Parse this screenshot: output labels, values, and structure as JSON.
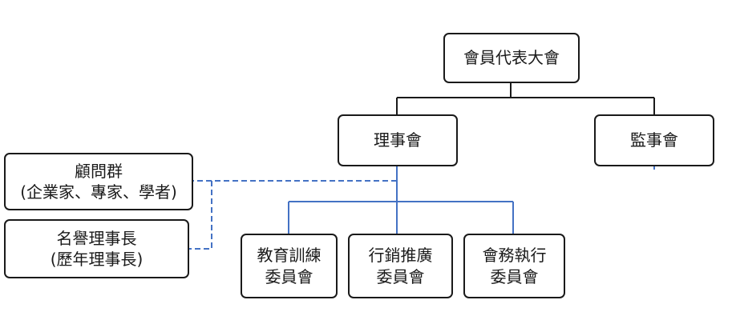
{
  "diagram": {
    "type": "organization-chart",
    "colors": {
      "box_border": "#1a1a1a",
      "main_line": "#1a1a1a",
      "committee_line": "#4472c4",
      "advisory_dashed_line": "#4472c4"
    },
    "nodes": {
      "assembly": {
        "lines": [
          "會員代表大會"
        ]
      },
      "board": {
        "lines": [
          "理事會"
        ]
      },
      "supervisors": {
        "lines": [
          "監事會"
        ]
      },
      "advisors": {
        "lines": [
          "顧問群",
          "(企業家、專家、學者)"
        ]
      },
      "honorary": {
        "lines": [
          "名譽理事長",
          "(歷年理事長)"
        ]
      },
      "education": {
        "lines": [
          "教育訓練",
          "委員會"
        ]
      },
      "marketing": {
        "lines": [
          "行銷推廣",
          "委員會"
        ]
      },
      "affairs": {
        "lines": [
          "會務執行",
          "委員會"
        ]
      }
    },
    "edges": [
      {
        "from": "assembly",
        "to": "board",
        "style": "solid-black"
      },
      {
        "from": "assembly",
        "to": "supervisors",
        "style": "solid-black"
      },
      {
        "from": "board",
        "to": "education",
        "style": "solid-blue"
      },
      {
        "from": "board",
        "to": "marketing",
        "style": "solid-blue"
      },
      {
        "from": "board",
        "to": "affairs",
        "style": "solid-blue"
      },
      {
        "from": "board",
        "to": "advisors",
        "style": "dashed-blue"
      },
      {
        "from": "board",
        "to": "honorary",
        "style": "dashed-blue"
      }
    ]
  }
}
